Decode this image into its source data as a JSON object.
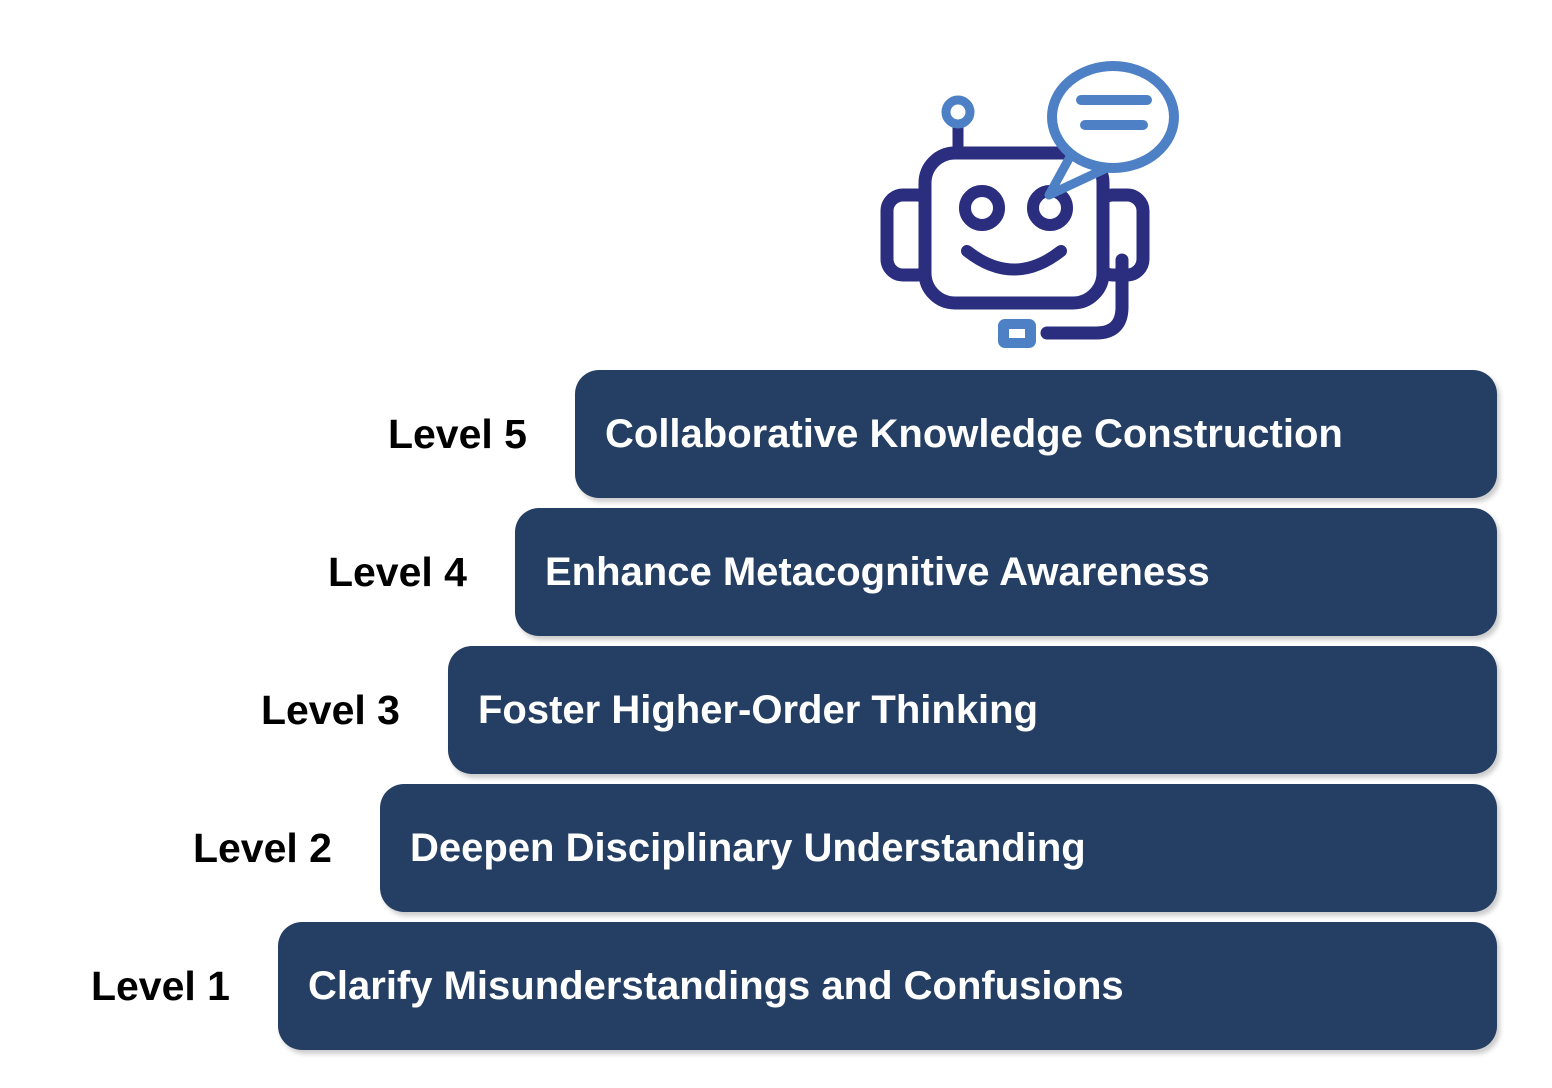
{
  "figure": {
    "type": "staircase-level-diagram",
    "icon": "chatbot-with-speech-bubble-icon",
    "colors": {
      "bar": "#243F63",
      "bar_text": "#FFFFFF",
      "label_text": "#000000",
      "icon_dark": "#2B2D7E",
      "icon_light": "#4E80C6",
      "background": "#FFFFFF"
    },
    "levels": [
      {
        "label": "Level 5",
        "title": "Collaborative Knowledge Construction"
      },
      {
        "label": "Level 4",
        "title": "Enhance Metacognitive Awareness"
      },
      {
        "label": "Level 3",
        "title": "Foster Higher-Order Thinking"
      },
      {
        "label": "Level 2",
        "title": "Deepen Disciplinary Understanding"
      },
      {
        "label": "Level 1",
        "title": "Clarify Misunderstandings and Confusions"
      }
    ]
  }
}
